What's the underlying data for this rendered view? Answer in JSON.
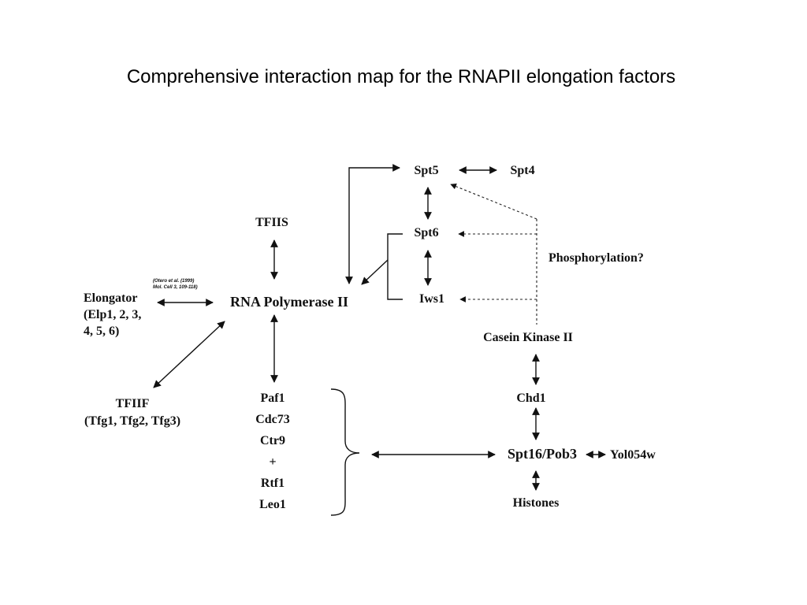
{
  "title": "Comprehensive interaction map for the RNAPII elongation factors",
  "nodes": {
    "spt5": "Spt5",
    "spt4": "Spt4",
    "spt6": "Spt6",
    "iws1": "Iws1",
    "tfiis": "TFIIS",
    "rnapii": "RNA Polymerase II",
    "elongator": [
      "Elongator",
      "(Elp1, 2, 3,",
      "4, 5, 6)"
    ],
    "tfiif": [
      "TFIIF",
      "(Tfg1, Tfg2, Tfg3)"
    ],
    "paf_complex": [
      "Paf1",
      "Cdc73",
      "Ctr9",
      "+",
      "Rtf1",
      "Leo1"
    ],
    "phosphorylation": "Phosphorylation?",
    "ck2": "Casein Kinase II",
    "chd1": "Chd1",
    "spt16_pob3": "Spt16/Pob3",
    "yol054w": "Yol054w",
    "histones": "Histones"
  },
  "citation": [
    "(Otero et al. (1999)",
    "Mol. Cell 3, 109-118)"
  ]
}
